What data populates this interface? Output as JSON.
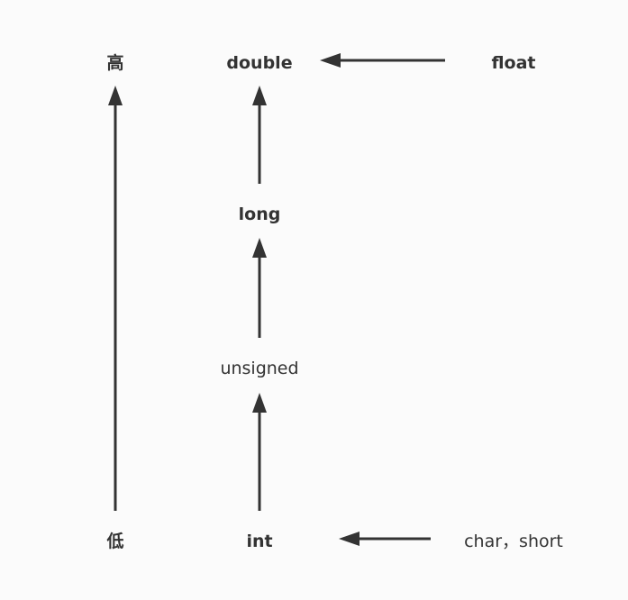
{
  "diagram": {
    "axis_top": "高",
    "axis_bottom": "低",
    "nodes": {
      "double": "double",
      "float": "float",
      "long": "long",
      "unsigned": "unsigned",
      "int": "int",
      "char_short": "char，short"
    }
  },
  "colors": {
    "background": "#fbfbfb",
    "ink": "#333333"
  }
}
